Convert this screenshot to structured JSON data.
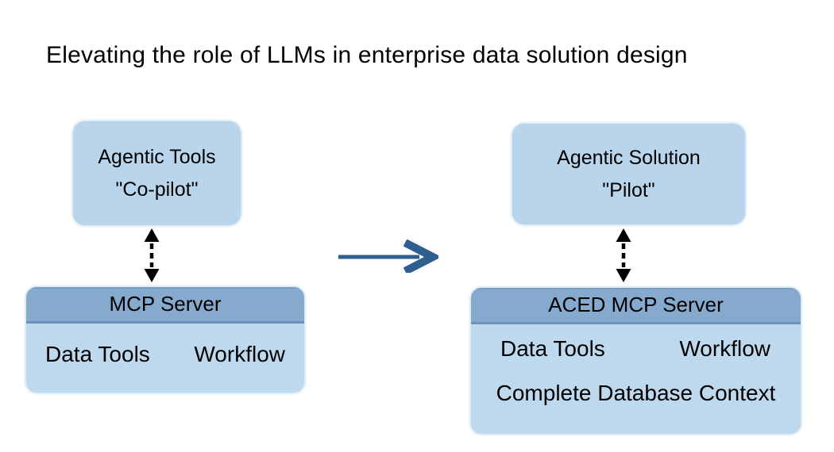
{
  "title": "Elevating the role of LLMs in enterprise data solution design",
  "colors": {
    "background": "#ffffff",
    "box_fill": "#b9d5eb",
    "header_fill": "#86a9ce",
    "header_divider": "#6d92bd",
    "body_fill": "#bed8ed",
    "main_arrow": "#2e5f8e",
    "dashed_arrow": "#000000",
    "text": "#000000"
  },
  "left_group": {
    "agent_box": {
      "line1": "Agentic Tools",
      "line2": "\"Co-pilot\""
    },
    "server_box": {
      "header": "MCP Server",
      "items": [
        "Data Tools",
        "Workflow"
      ]
    }
  },
  "right_group": {
    "agent_box": {
      "line1": "Agentic Solution",
      "line2": "\"Pilot\""
    },
    "server_box": {
      "header": "ACED MCP Server",
      "items": [
        "Data Tools",
        "Workflow"
      ],
      "footer": "Complete Database Context"
    }
  }
}
